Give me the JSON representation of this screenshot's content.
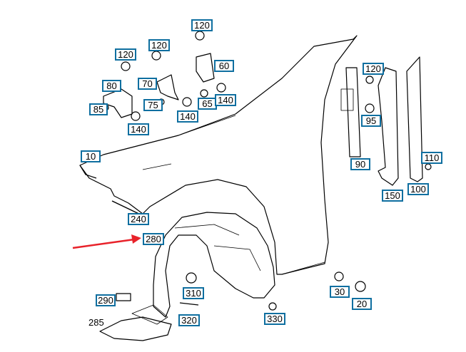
{
  "diagram": {
    "title": "Front fender assembly parts diagram",
    "highlight_color": "#e8222a",
    "label_border_color": "#0f6fa0",
    "highlighted_part": "280",
    "labels": [
      {
        "id": "120a",
        "text": "120"
      },
      {
        "id": "120b",
        "text": "120"
      },
      {
        "id": "120c",
        "text": "120"
      },
      {
        "id": "60",
        "text": "60"
      },
      {
        "id": "80",
        "text": "80"
      },
      {
        "id": "70",
        "text": "70"
      },
      {
        "id": "85",
        "text": "85"
      },
      {
        "id": "75",
        "text": "75"
      },
      {
        "id": "65",
        "text": "65"
      },
      {
        "id": "140a",
        "text": "140"
      },
      {
        "id": "140b",
        "text": "140"
      },
      {
        "id": "140c",
        "text": "140"
      },
      {
        "id": "120d",
        "text": "120"
      },
      {
        "id": "95",
        "text": "95"
      },
      {
        "id": "90",
        "text": "90"
      },
      {
        "id": "110",
        "text": "110"
      },
      {
        "id": "150",
        "text": "150"
      },
      {
        "id": "100",
        "text": "100"
      },
      {
        "id": "10",
        "text": "10"
      },
      {
        "id": "240",
        "text": "240"
      },
      {
        "id": "280",
        "text": "280"
      },
      {
        "id": "290",
        "text": "290"
      },
      {
        "id": "310",
        "text": "310"
      },
      {
        "id": "320",
        "text": "320"
      },
      {
        "id": "330",
        "text": "330"
      },
      {
        "id": "30",
        "text": "30"
      },
      {
        "id": "20",
        "text": "20"
      }
    ],
    "unboxed_labels": [
      {
        "id": "285",
        "text": "285"
      }
    ]
  }
}
